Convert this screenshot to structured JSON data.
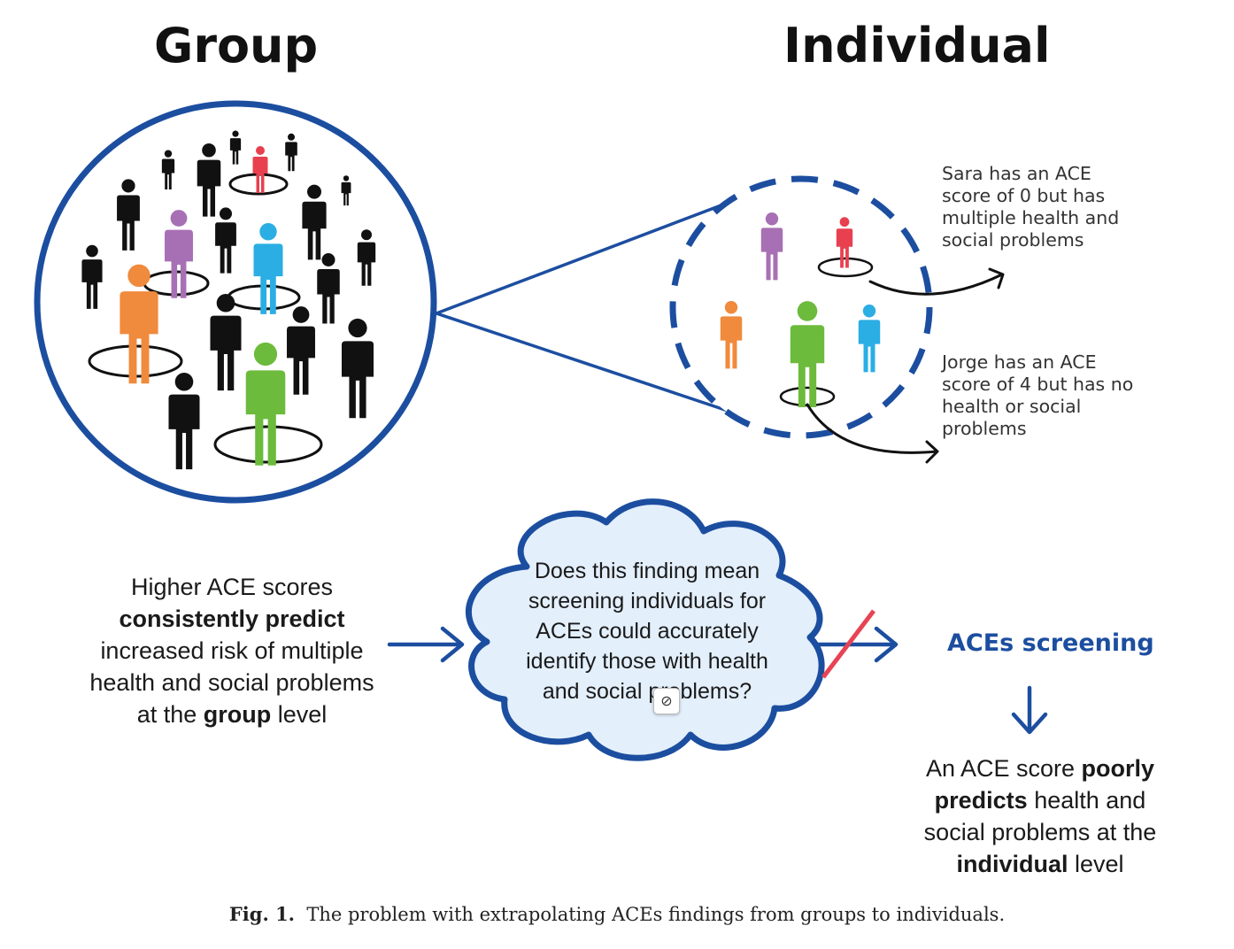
{
  "headings": {
    "group": "Group",
    "individual": "Individual"
  },
  "notes": {
    "sara": [
      "Sara has an ACE",
      "score of 0 but has",
      "multiple health and",
      "social problems"
    ],
    "jorge": [
      "Jorge has an ACE",
      "score of 4 but has no",
      "health or social",
      "problems"
    ]
  },
  "left_text": {
    "l1": "Higher ACE scores",
    "l2": "consistently predict",
    "l3": "increased risk of multiple",
    "l4": "health and social problems",
    "l5a": "at the ",
    "l5b": "group",
    "l5c": " level"
  },
  "cloud_text": [
    "Does this finding mean",
    "screening individuals for",
    "ACEs could accurately",
    "identify those with health",
    "and social problems?"
  ],
  "screening_label": "ACEs screening",
  "right_text": {
    "l1a": "An ACE score ",
    "l1b": "poorly",
    "l2a": "predicts",
    "l2b": " health and",
    "l3": "social problems at the",
    "l4a": "individual",
    "l4b": " level"
  },
  "caption": {
    "label": "Fig. 1.",
    "text": "The problem with extrapolating ACEs findings from groups to individuals."
  },
  "stop_icon": "⊘",
  "colors": {
    "blue": "#1c4ea0",
    "person_black": "#111111",
    "person_red": "#e8404f",
    "person_purple": "#a870b4",
    "person_orange": "#f08a3c",
    "person_cyan": "#2aaee4",
    "person_green": "#6cbb3c",
    "cloud_fill": "#e3effb",
    "strike": "#e84355"
  }
}
